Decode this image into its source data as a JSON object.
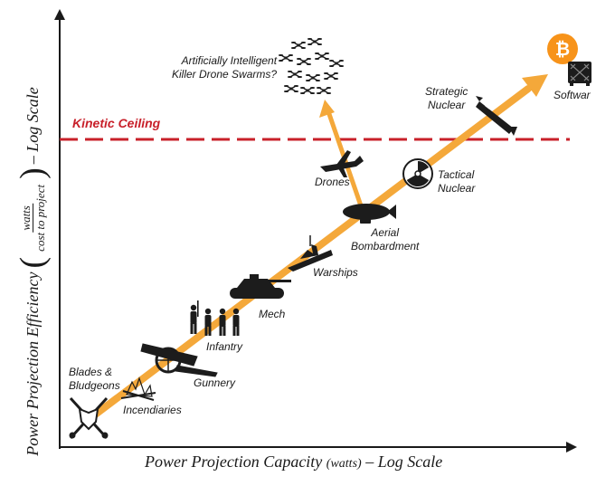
{
  "y_axis": {
    "prefix": "Power Projection Efficiency",
    "numerator": "watts",
    "denominator": "cost to project",
    "suffix": "– Log Scale"
  },
  "x_axis": {
    "prefix": "Power Projection Capacity",
    "unit": "(watts)",
    "suffix": "– Log Scale"
  },
  "ceiling_label": "Kinetic Ceiling",
  "labels": {
    "blades_line1": "Blades &",
    "blades_line2": "Bludgeons",
    "incendiaries": "Incendiaries",
    "gunnery": "Gunnery",
    "infantry": "Infantry",
    "mech": "Mech",
    "warships": "Warships",
    "aerial_line1": "Aerial",
    "aerial_line2": "Bombardment",
    "drones": "Drones",
    "tactical_line1": "Tactical",
    "tactical_line2": "Nuclear",
    "strategic_line1": "Strategic",
    "strategic_line2": "Nuclear",
    "ai_line1": "Artificially Intelligent",
    "ai_line2": "Killer Drone Swarms?",
    "software": "Softwar"
  },
  "colors": {
    "arrow": "#f4a83a",
    "ceiling": "#c8202a",
    "axis": "#1a1a1a",
    "silhouette": "#1c1c1c",
    "bitcoin": "#f7931a"
  },
  "icons": [
    "crossed-swords-icon",
    "campfire-icon",
    "cannon-icon",
    "soldiers-icon",
    "tank-icon",
    "warship-icon",
    "blimp-icon",
    "drone-plane-icon",
    "radiation-icon",
    "missile-icon",
    "drone-swarm-icon",
    "bitcoin-icon",
    "asic-miner-icon"
  ]
}
